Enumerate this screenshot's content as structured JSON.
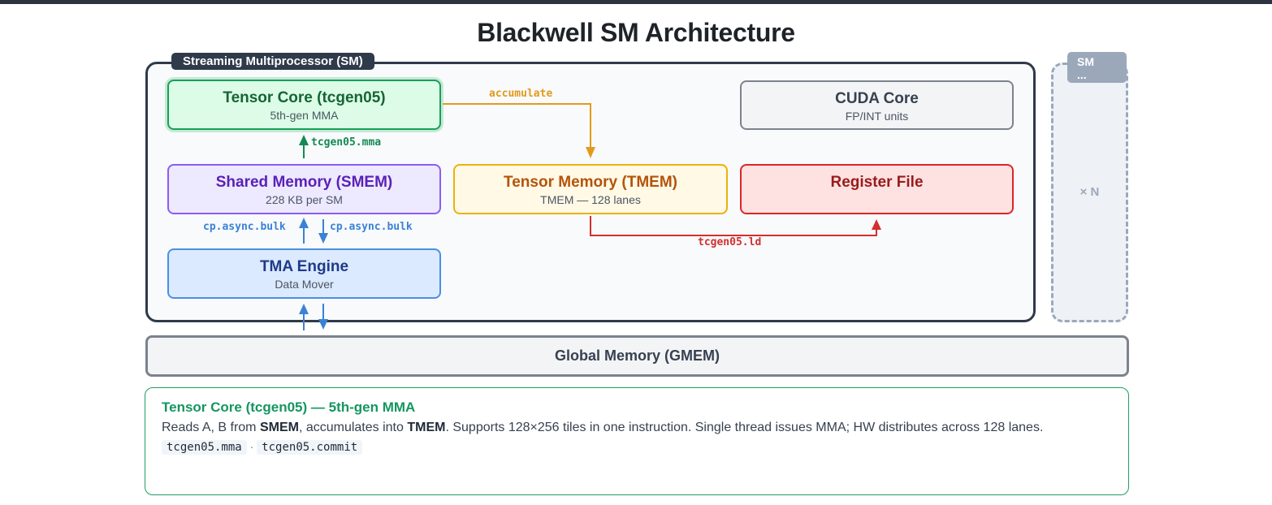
{
  "title": "Blackwell SM Architecture",
  "sm": {
    "label": "Streaming Multiprocessor (SM)",
    "ghost_label_line1": "SM",
    "ghost_label_line2": "...",
    "multiplier": "× N"
  },
  "blocks": {
    "tensor_core": {
      "title": "Tensor Core (tcgen05)",
      "subtitle": "5th-gen MMA"
    },
    "cuda_core": {
      "title": "CUDA Core",
      "subtitle": "FP/INT units"
    },
    "smem": {
      "title": "Shared Memory (SMEM)",
      "subtitle": "228 KB per SM"
    },
    "tmem": {
      "title": "Tensor Memory (TMEM)",
      "subtitle": "TMEM — 128 lanes"
    },
    "register_file": {
      "title": "Register File"
    },
    "tma": {
      "title": "TMA Engine",
      "subtitle": "Data Mover"
    },
    "gmem": {
      "title": "Global Memory (GMEM)"
    }
  },
  "edges": {
    "accumulate": "accumulate",
    "mma": "tcgen05.mma",
    "cp_async_up": "cp.async.bulk",
    "cp_async_down": "cp.async.bulk",
    "ld": "tcgen05.ld"
  },
  "info": {
    "title": "Tensor Core (tcgen05) — 5th-gen MMA",
    "desc_1": "Reads A, B from ",
    "desc_smem": "SMEM",
    "desc_2": ", accumulates into ",
    "desc_tmem": "TMEM",
    "desc_3": ". Supports 128×256 tiles in one instruction. Single thread issues MMA; HW distributes across 128 lanes.",
    "code_1": "tcgen05.mma",
    "separator": "·",
    "code_2": "tcgen05.commit"
  },
  "colors": {
    "green": "#16a05b",
    "purple": "#8b5cf6",
    "yellow": "#eab308",
    "red": "#dc2626",
    "blue": "#4a90e2",
    "orange": "#e39a1c",
    "slate": "#2f3a4a"
  }
}
